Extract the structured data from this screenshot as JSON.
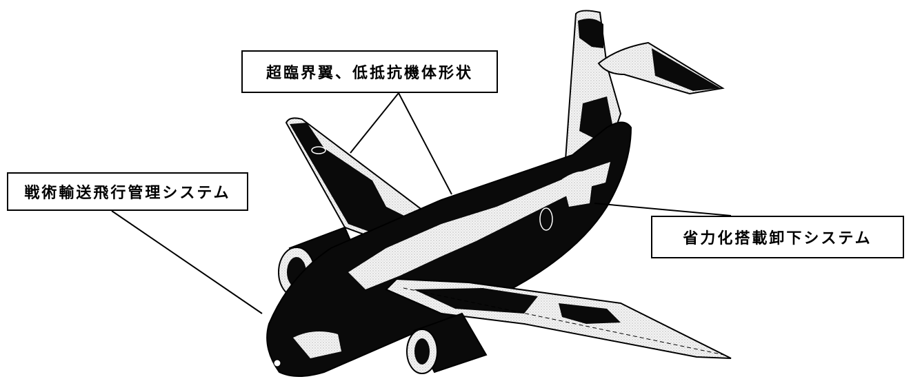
{
  "callouts": {
    "wing": "超臨界翼、低抵抗機体形状",
    "flight_management": "戦術輸送飛行管理システム",
    "cargo_handling": "省力化搭載卸下システム"
  },
  "illustration": {
    "subject": "aircraft-illustration",
    "colors": {
      "ink": "#000000",
      "camouflage_dark": "#0a0a0a",
      "camouflage_light": "#e6e6e6",
      "background": "#ffffff"
    }
  }
}
